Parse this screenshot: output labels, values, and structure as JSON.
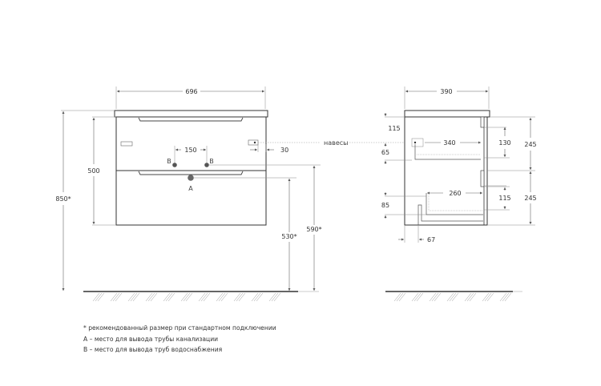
{
  "front_view": {
    "width": "696",
    "height_body": "500",
    "total_height": "850*",
    "pipe_spacing": "150",
    "hanger_offset": "30",
    "drain_height": "530*",
    "supply_height": "590*",
    "supply_label_left": "B",
    "supply_label_right": "B",
    "drain_label": "A"
  },
  "side_view": {
    "depth": "390",
    "hanger_label": "навесы",
    "top_offset": "115",
    "hanger_depth": "340",
    "hanger_gap": "65",
    "upper_drawer_height": "130",
    "upper_section": "245",
    "lower_section": "245",
    "lower_drawer_depth": "260",
    "lower_gap": "85",
    "lower_drawer_height": "115",
    "siphon_offset": "67"
  },
  "notes": [
    "* рекомендованный размер при стандартном подключении",
    "A – место для вывода трубы канализации",
    "B – место для вывода труб водоснабжения"
  ],
  "colors": {
    "line": "#333333",
    "dim_line": "#666666",
    "fixture": "#555555"
  }
}
